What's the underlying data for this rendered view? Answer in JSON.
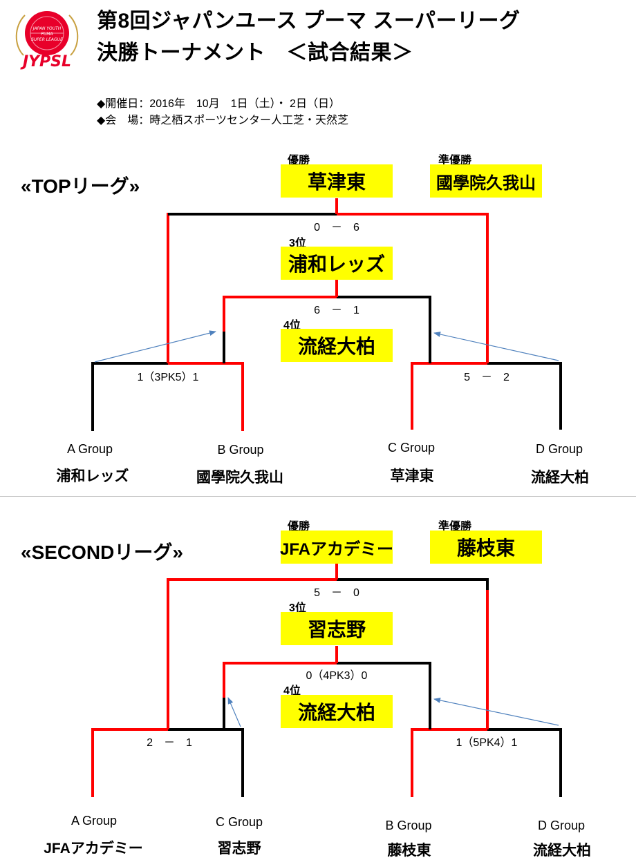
{
  "header": {
    "logo_text": "JYPSL",
    "title_line1": "第8回ジャパンユース プーマ スーパーリーグ",
    "title_line2": "決勝トーナメント　＜試合結果＞",
    "info_date": "◆開催日：2016年　10月　1日（土）・ 2日（日）",
    "info_venue": "◆会　場：時之栖スポーツセンター人工芝・天然芝"
  },
  "top": {
    "league_name": "«TOPリーグ»",
    "winner_label": "優勝",
    "winner": "草津東",
    "runner_up_label": "準優勝",
    "runner_up": "國學院久我山",
    "third_label": "3位",
    "third": "浦和レッズ",
    "fourth_label": "4位",
    "fourth": "流経大柏",
    "final_score": "0　－　6",
    "third_place_score": "6　－　1",
    "semi_left_score": "1（3PK5）1",
    "semi_right_score": "5　－　2",
    "group_a": "A  Group",
    "group_b": "B  Group",
    "group_c": "C  Group",
    "group_d": "D  Group",
    "team_a": "浦和レッズ",
    "team_b": "國學院久我山",
    "team_c": "草津東",
    "team_d": "流経大柏"
  },
  "second": {
    "league_name": "«SECONDリーグ»",
    "winner_label": "優勝",
    "winner": "JFAアカデミー",
    "runner_up_label": "準優勝",
    "runner_up": "藤枝東",
    "third_label": "3位",
    "third": "習志野",
    "fourth_label": "4位",
    "fourth": "流経大柏",
    "final_score": "5　－　0",
    "third_place_score": "0（4PK3）0",
    "semi_left_score": "2　－　1",
    "semi_right_score": "1（5PK4）1",
    "group_a": "A  Group",
    "group_b": "C  Group",
    "group_c": "B  Group",
    "group_d": "D  Group",
    "team_a": "JFAアカデミー",
    "team_b": "習志野",
    "team_c": "藤枝東",
    "team_d": "流経大柏"
  },
  "colors": {
    "winner_line": "#ff0000",
    "loser_line": "#000000",
    "highlight": "#ffff00",
    "arrow": "#4f81bd",
    "logo_red": "#e8002a"
  }
}
